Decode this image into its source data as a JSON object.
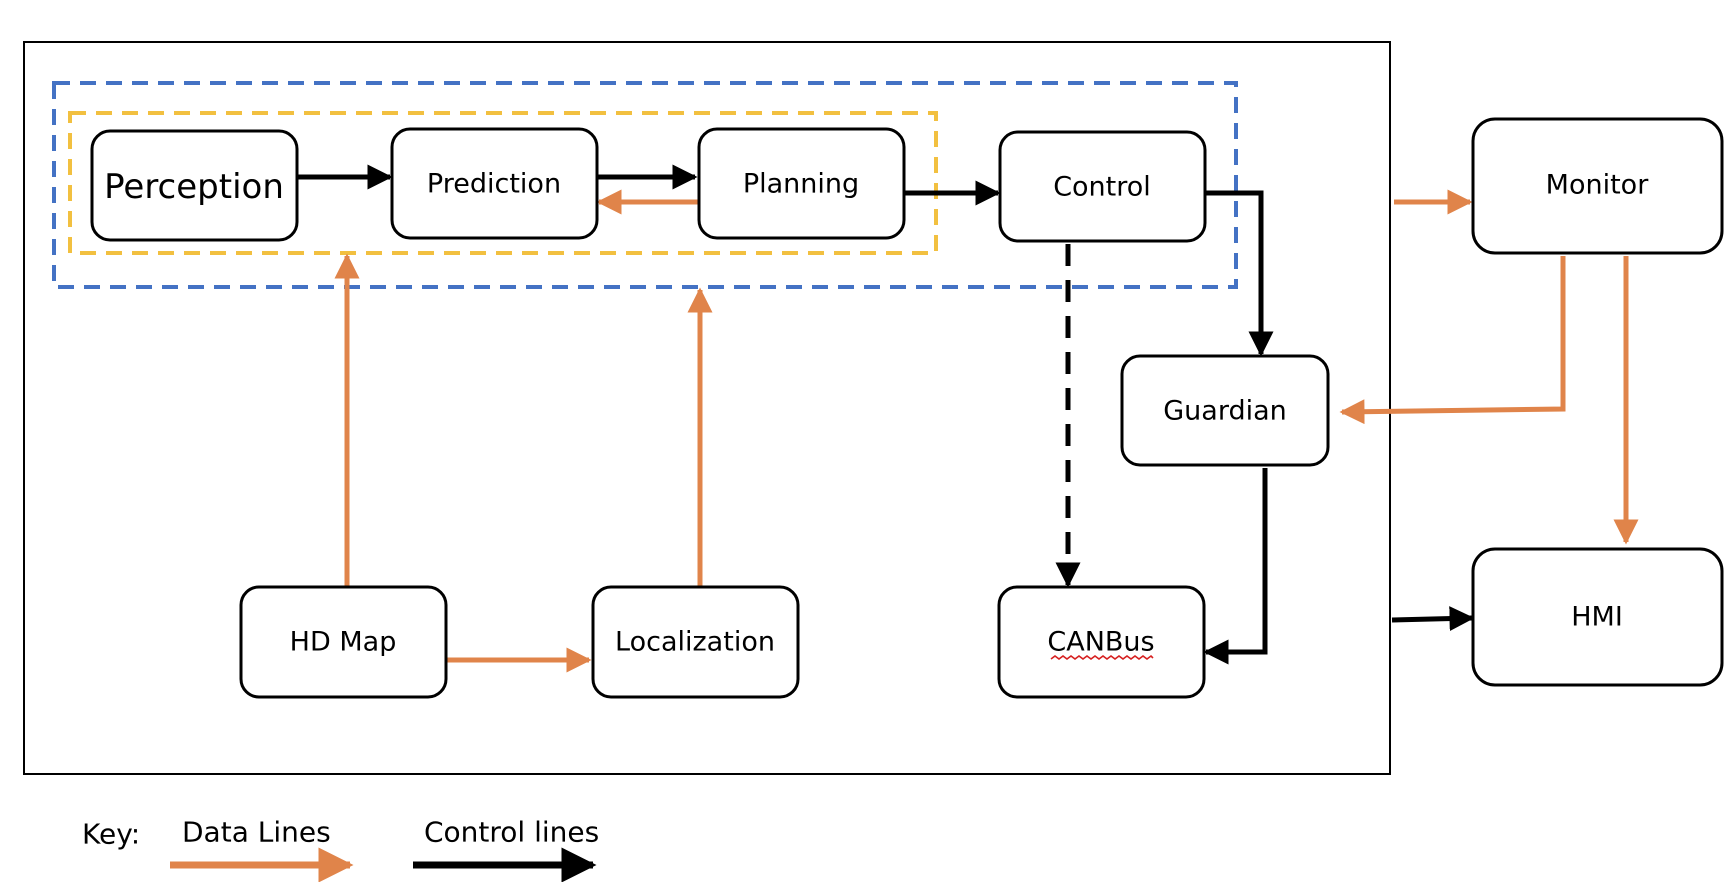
{
  "colors": {
    "data_line": "#e0844a",
    "control_line": "#000000",
    "outer_group_border": "#4472c4",
    "inner_group_border": "#f2c040",
    "spellcheck_underline": "#d62020"
  },
  "nodes": {
    "perception": "Perception",
    "prediction": "Prediction",
    "planning": "Planning",
    "control": "Control",
    "guardian": "Guardian",
    "hd_map": "HD Map",
    "localization": "Localization",
    "canbus": "CANBus",
    "monitor": "Monitor",
    "hmi": "HMI"
  },
  "key": {
    "label": "Key:",
    "data_lines": "Data Lines",
    "control_lines": "Control lines"
  }
}
